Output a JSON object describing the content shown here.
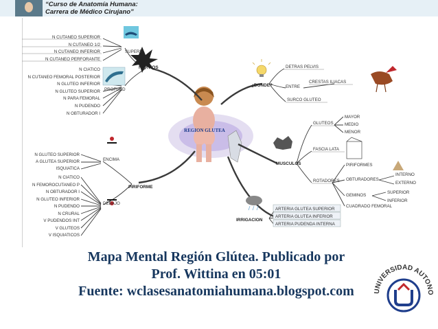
{
  "header": {
    "title": "“Curso de Anatomía Humana:\nCarrera de Médico Cirujano”"
  },
  "mindmap": {
    "center": "REGION GLUTEA",
    "nervios": {
      "label": "NERVIOS",
      "superf": "SUPERF",
      "profund": "PROFUND",
      "superf_items": [
        "N CUTANEO SUPERIOR",
        "N CUTANEO 1/2",
        "N CUTANEO INFERIOR",
        "N CUTANEO PERFORANTE"
      ],
      "profund_items": [
        "N CIATICO",
        "N CUTANEO FEMORAL POSTERIOR",
        "N GLUTEO INFERIOR",
        "N GLUTEO SUPERIOR",
        "N PARA FEMORAL",
        "N PUDENDO",
        "N OBTURADOR I"
      ]
    },
    "piriforme": {
      "label": "PIRIFORME",
      "encima": "ENCIMA",
      "debajo": "DEBAJO",
      "encima_items": [
        "N GLUTEO SUPERIOR",
        "A GLUTEA SUPERIOR",
        "ISQUIATICA"
      ],
      "debajo_items": [
        "N CIATICO",
        "N FEMOROCUTANEO P",
        "N OBTURADOR I",
        "N GLUTEO INFERIOR",
        "N PUDENDO",
        "N CRURAL",
        "V PUDENDOS INT",
        "V GLUTEOS",
        "V ISQUIATICOS"
      ]
    },
    "donde": {
      "label": "¿DONDE?",
      "items": [
        "DETRAS PELVIS",
        "ENTRE",
        "SURCO GLUTEO"
      ],
      "entre_item": "CRESTAS ILIACAS"
    },
    "musculos": {
      "label": "MUSCULOS",
      "gluteos": "GLUTEOS",
      "gluteos_items": [
        "MAYOR",
        "MEDIO",
        "MENOR"
      ],
      "fascia": "FASCIA LATA",
      "rotadores": "ROTADORES",
      "rotadores_items": [
        "PIRIFORMES",
        "OBTURADORES",
        "GEMINOS",
        "CUADRADO FEMORAL"
      ],
      "obturadores_items": [
        "INTERNO",
        "EXTERNO"
      ],
      "geminos_items": [
        "SUPERIOR",
        "INFERIOR"
      ]
    },
    "irrigacion": {
      "label": "IRRIGACION",
      "items": [
        "ARTERIA GLUTEA SUPERIOR",
        "ARTERIA GLUTEA INFERIOR",
        "ARTERIA PUDENDA INTERNA"
      ]
    }
  },
  "caption": {
    "line1": "Mapa Mental Región Glútea. Publicado por",
    "line2": "Prof. Wittina en 05:01",
    "line3": "Fuente: wclasesanatomiahumana.blogspot.com"
  },
  "logo": {
    "ring_text": "UNIVERSIDAD AUTONOMA DE AGUASCALIENTES",
    "colors": {
      "blue": "#1f3e8c",
      "red": "#c0272d"
    }
  },
  "colors": {
    "caption": "#17375e",
    "branch": "#3a3a3a",
    "center_text": "#1a3a8a",
    "topbar": "#e6f0f6"
  }
}
